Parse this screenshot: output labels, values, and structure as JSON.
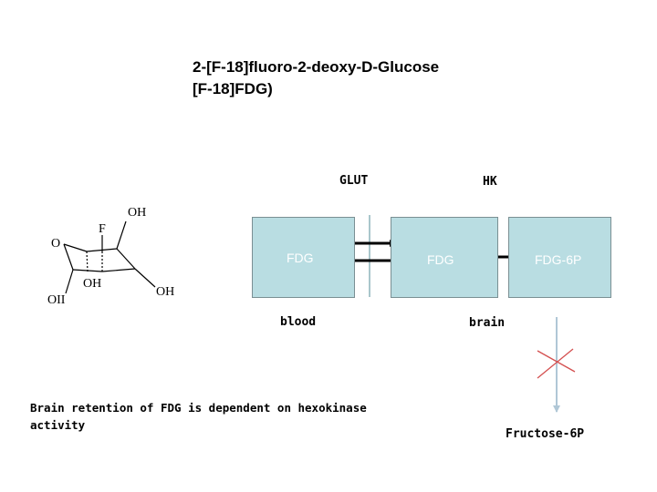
{
  "title": {
    "line1": "2-[F-18]fluoro-2-deoxy-D-Glucose",
    "line2": "[F-18]FDG)"
  },
  "molecule": {
    "labels": [
      "OH",
      "F",
      "O",
      "OH",
      "OII",
      "OH"
    ]
  },
  "transporters": {
    "glut": "GLUT",
    "hk": "HK"
  },
  "compartments": {
    "blood_fdg": "FDG",
    "brain_fdg": "FDG",
    "fdg6p": "FDG-6P",
    "blood": "blood",
    "brain": "brain"
  },
  "note": {
    "line1": "Brain retention of FDG is dependent on hexokinase",
    "line2": "activity"
  },
  "blocked_product": "Fructose-6P",
  "colors": {
    "box_fill": "#b9dde2",
    "box_border": "#7a8f93",
    "membrane": "#a9c6cc",
    "cross": "#d45050",
    "blocked_arrow": "#b0c7d6"
  }
}
